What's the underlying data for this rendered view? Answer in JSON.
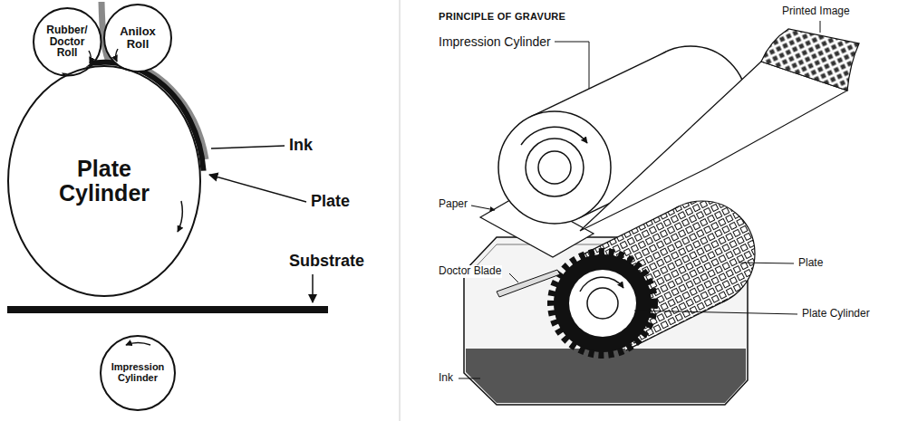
{
  "diagram": {
    "title": "PRINCIPLE OF GRAVURE",
    "nodes": [
      {
        "text": [
          "Rubber/ Doctor Roll"
        ]
      },
      {
        "text": [
          "Anilox Roll"
        ]
      },
      {
        "text": [
          "Plate Cylinder"
        ]
      },
      {
        "text": [
          "Impression Cylinder"
        ]
      }
    ],
    "labels": [
      "Ink",
      "Plate",
      "Substrate",
      "Impression Cylinder",
      "Printed Image",
      "Paper",
      "Doctor Blade",
      "Ink",
      "Plate",
      "Plate Cylinder"
    ]
  }
}
